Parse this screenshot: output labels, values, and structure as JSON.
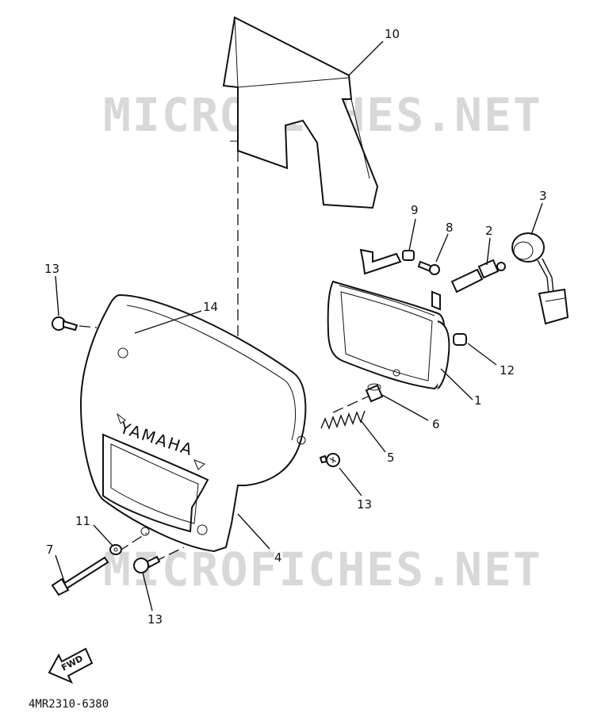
{
  "watermarks": [
    "MICROFICHES.NET",
    "MICROFICHES.NET"
  ],
  "callouts": {
    "c1": "1",
    "c2": "2",
    "c3": "3",
    "c4": "4",
    "c5": "5",
    "c6": "6",
    "c7": "7",
    "c8": "8",
    "c9": "9",
    "c10": "10",
    "c11": "11",
    "c12": "12",
    "c13a": "13",
    "c13b": "13",
    "c13c": "13",
    "c14": "14"
  },
  "brand_text": "YAMAHA",
  "fwd_label": "FWD",
  "diagram_code": "4MR2310-6380"
}
